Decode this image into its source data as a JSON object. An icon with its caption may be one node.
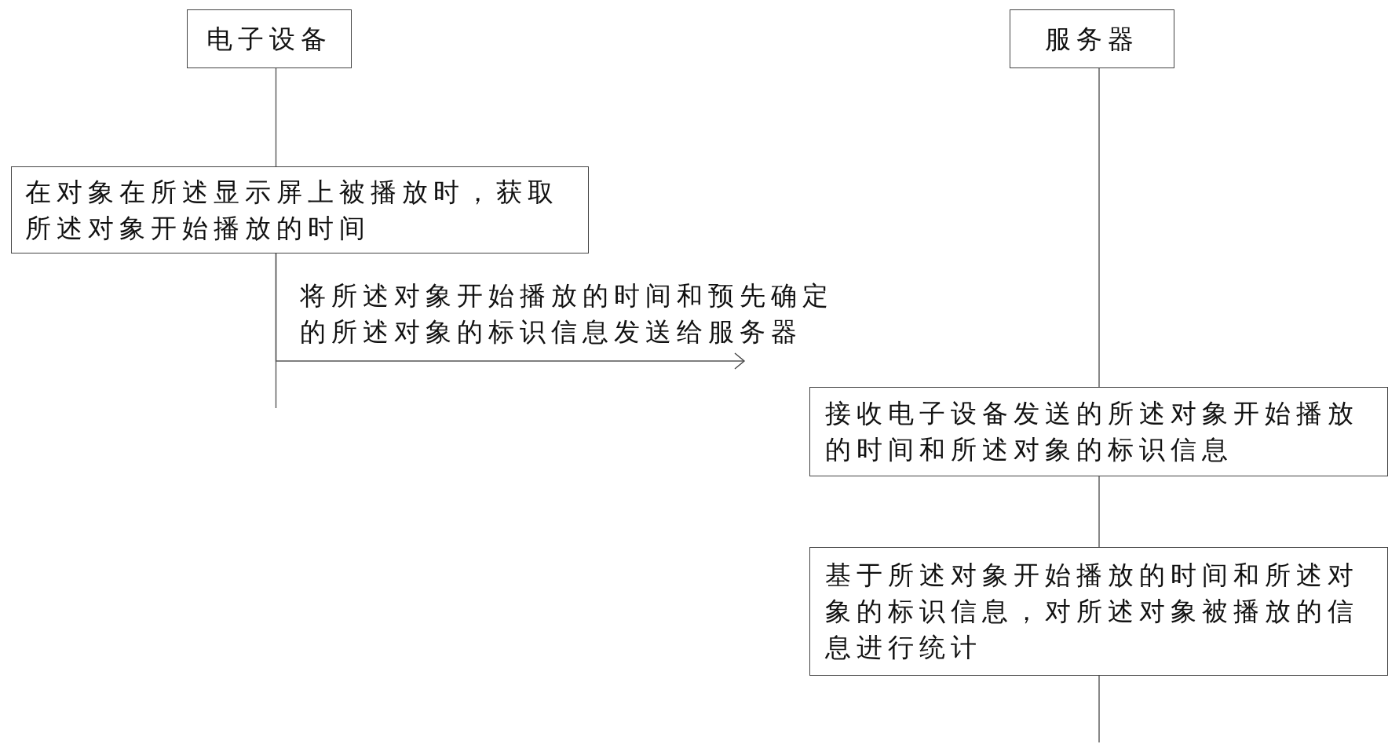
{
  "diagram": {
    "nodes": [
      {
        "text": [
          "电子设备"
        ]
      },
      {
        "text": [
          "服务器"
        ]
      },
      {
        "text": [
          "在对象在所述显示屏上被播放时，获取所述对象开始播放的时间"
        ]
      },
      {
        "text": [
          "接收电子设备发送的所述对象开始播放的时间和所述对象的标识信息"
        ]
      },
      {
        "text": [
          "基于所述对象开始播放的时间和所述对象的标识信息，对所述对象被播放的信息进行统计"
        ]
      }
    ],
    "edges": [
      {
        "from": 0,
        "to": 2,
        "arrow": "none"
      },
      {
        "from": 2,
        "to": null,
        "arrow": "none"
      },
      {
        "from": 2,
        "to": null,
        "arrow": "to",
        "label": "将所述对象开始播放的时间和预先确定的所述对象的标识信息发送给服务器"
      },
      {
        "from": 1,
        "to": 3,
        "arrow": "none"
      },
      {
        "from": 3,
        "to": 4,
        "arrow": "none"
      },
      {
        "from": 4,
        "to": null,
        "arrow": "none"
      }
    ]
  }
}
